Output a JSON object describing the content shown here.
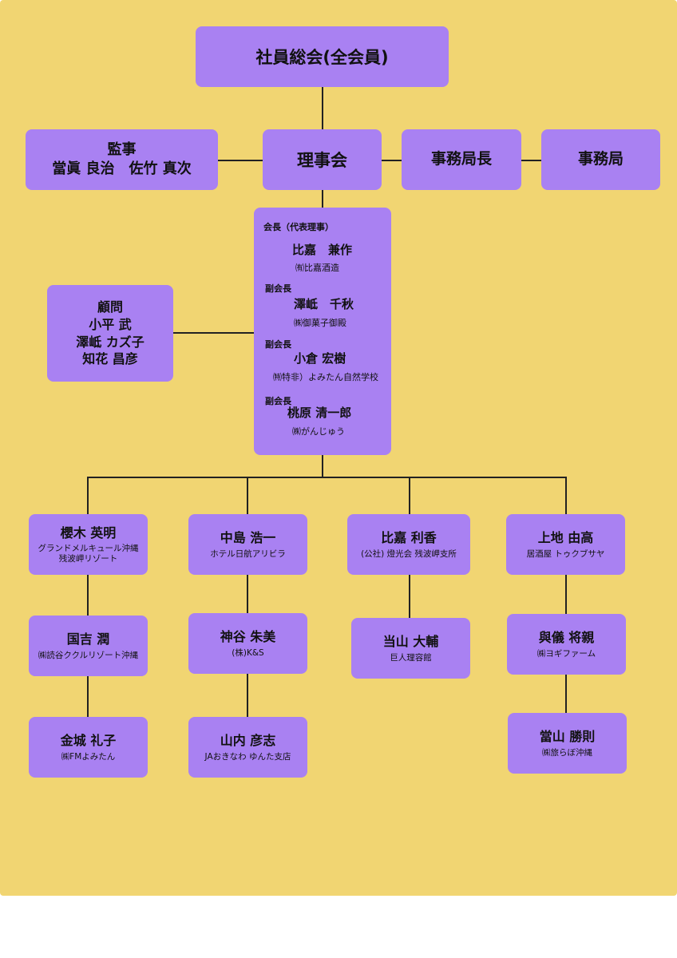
{
  "assembly": {
    "label": "社員総会(全会員)"
  },
  "auditors": {
    "title": "監事",
    "names": "當眞 良治　佐竹 真次"
  },
  "board": {
    "label": "理事会"
  },
  "secretary_general": {
    "label": "事務局長"
  },
  "secretariat": {
    "label": "事務局"
  },
  "leadership": {
    "president_role": "会長（代表理事）",
    "president_name": "比嘉　兼作",
    "president_company": "㈲比嘉酒造",
    "vp_role": "副会長",
    "vp1_name": "澤岻　千秋",
    "vp1_company": "㈱御菓子御殿",
    "vp2_name": "小倉 宏樹",
    "vp2_company": "㈵特非）よみたん自然学校",
    "vp3_name": "桃原 清一郎",
    "vp3_company": "㈱がんじゅう"
  },
  "advisors": {
    "title": "顧問",
    "name1": "小平 武",
    "name2": "澤岻 カズ子",
    "name3": "知花 昌彦"
  },
  "members": [
    {
      "name": "櫻木 英明",
      "company": "グランドメルキュール沖縄",
      "company2": "残波岬リゾート"
    },
    {
      "name": "中島 浩一",
      "company": "ホテル日航アリビラ"
    },
    {
      "name": "比嘉 利香",
      "company": "(公社) 燈光会 残波岬支所"
    },
    {
      "name": "上地 由高",
      "company": "居酒屋 トゥクブサヤ"
    },
    {
      "name": "国吉 潤",
      "company": "㈱読谷ククルリゾート沖縄"
    },
    {
      "name": "神谷 朱美",
      "company": "(株)K&S"
    },
    {
      "name": "当山 大輔",
      "company": "巨人理容館"
    },
    {
      "name": "與儀 将親",
      "company": "㈱ヨギファーム"
    },
    {
      "name": "金城 礼子",
      "company": "㈱FMよみたん"
    },
    {
      "name": "山内 彦志",
      "company": "JAおきなわ ゆんた支店"
    },
    {
      "name": "當山 勝則",
      "company": "㈱旅らぼ沖縄"
    }
  ],
  "colors": {
    "background": "#f1d572",
    "box": "#a981f2",
    "line": "#222222"
  }
}
